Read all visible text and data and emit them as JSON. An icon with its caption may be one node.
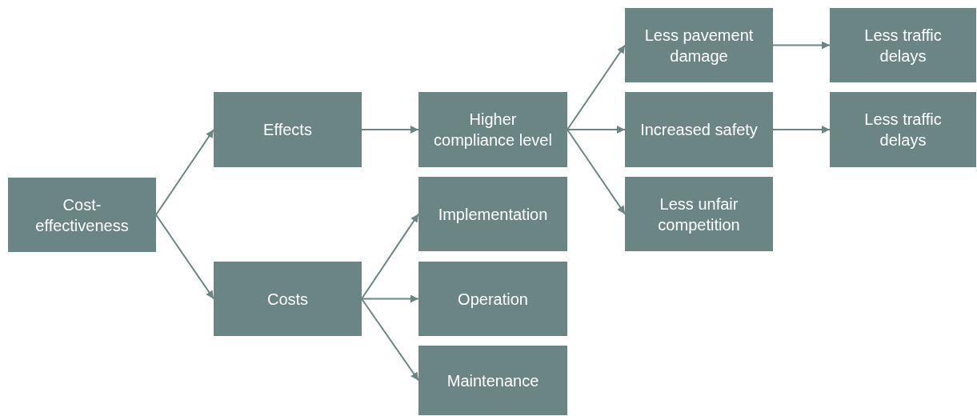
{
  "diagram": {
    "nodes": [
      {
        "text": [
          "Cost-effectiveness"
        ]
      },
      {
        "text": [
          "Effects"
        ]
      },
      {
        "text": [
          "Costs"
        ]
      },
      {
        "text": [
          "Higher compliance level"
        ]
      },
      {
        "text": [
          "Implementation"
        ]
      },
      {
        "text": [
          "Operation"
        ]
      },
      {
        "text": [
          "Maintenance"
        ]
      },
      {
        "text": [
          "Less pavement damage"
        ]
      },
      {
        "text": [
          "Increased safety"
        ]
      },
      {
        "text": [
          "Less unfair competition"
        ]
      },
      {
        "text": [
          "Less traffic delays"
        ]
      },
      {
        "text": [
          "Less traffic delays"
        ]
      }
    ],
    "edges": [
      {
        "from": 0,
        "to": 1,
        "arrow": "to"
      },
      {
        "from": 0,
        "to": 2,
        "arrow": "to"
      },
      {
        "from": 1,
        "to": 3,
        "arrow": "to"
      },
      {
        "from": 2,
        "to": 4,
        "arrow": "to"
      },
      {
        "from": 2,
        "to": 5,
        "arrow": "to"
      },
      {
        "from": 2,
        "to": 6,
        "arrow": "to"
      },
      {
        "from": 3,
        "to": 7,
        "arrow": "to"
      },
      {
        "from": 3,
        "to": 8,
        "arrow": "to"
      },
      {
        "from": 3,
        "to": 9,
        "arrow": "to"
      },
      {
        "from": 7,
        "to": 10,
        "arrow": "to"
      },
      {
        "from": 8,
        "to": 11,
        "arrow": "to"
      }
    ]
  }
}
